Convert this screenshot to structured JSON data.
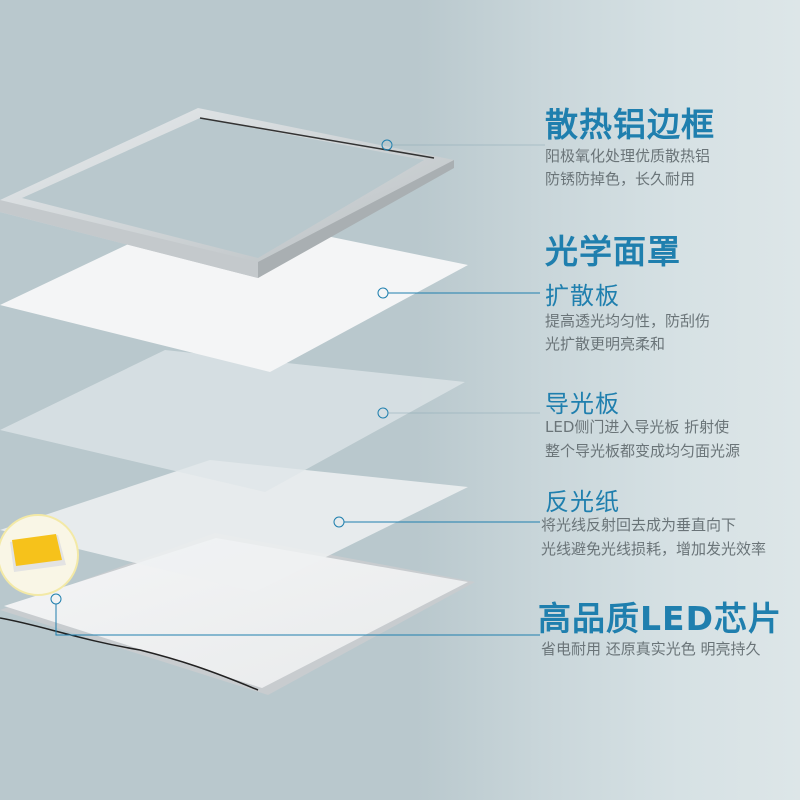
{
  "theme": {
    "accent": "#1f7fae",
    "text_gray": "#6a7478",
    "background": "#b9c8cd",
    "chip_yellow": "#f6c21b"
  },
  "sections": [
    {
      "id": "frame",
      "title": "散热铝边框",
      "lines": [
        "阳极氧化处理优质散热铝",
        "防锈防掉色，长久耐用"
      ]
    },
    {
      "id": "optical-cover",
      "title": "光学面罩"
    },
    {
      "id": "diffuser",
      "title": "扩散板",
      "lines": [
        "提高透光均匀性，防刮伤",
        "光扩散更明亮柔和"
      ]
    },
    {
      "id": "light-guide",
      "title": "导光板",
      "lines": [
        "LED侧门进入导光板 折射使",
        "整个导光板都变成均匀面光源"
      ]
    },
    {
      "id": "reflector",
      "title": "反光纸",
      "lines": [
        "将光线反射回去成为垂直向下",
        "光线避免光线损耗，增加发光效率"
      ]
    },
    {
      "id": "led-chip",
      "title": "高品质LED芯片",
      "lines": [
        "省电耐用  还原真实光色 明亮持久"
      ]
    }
  ],
  "icons": {
    "callout": "callout-circle-icon",
    "chip": "led-chip-icon"
  }
}
